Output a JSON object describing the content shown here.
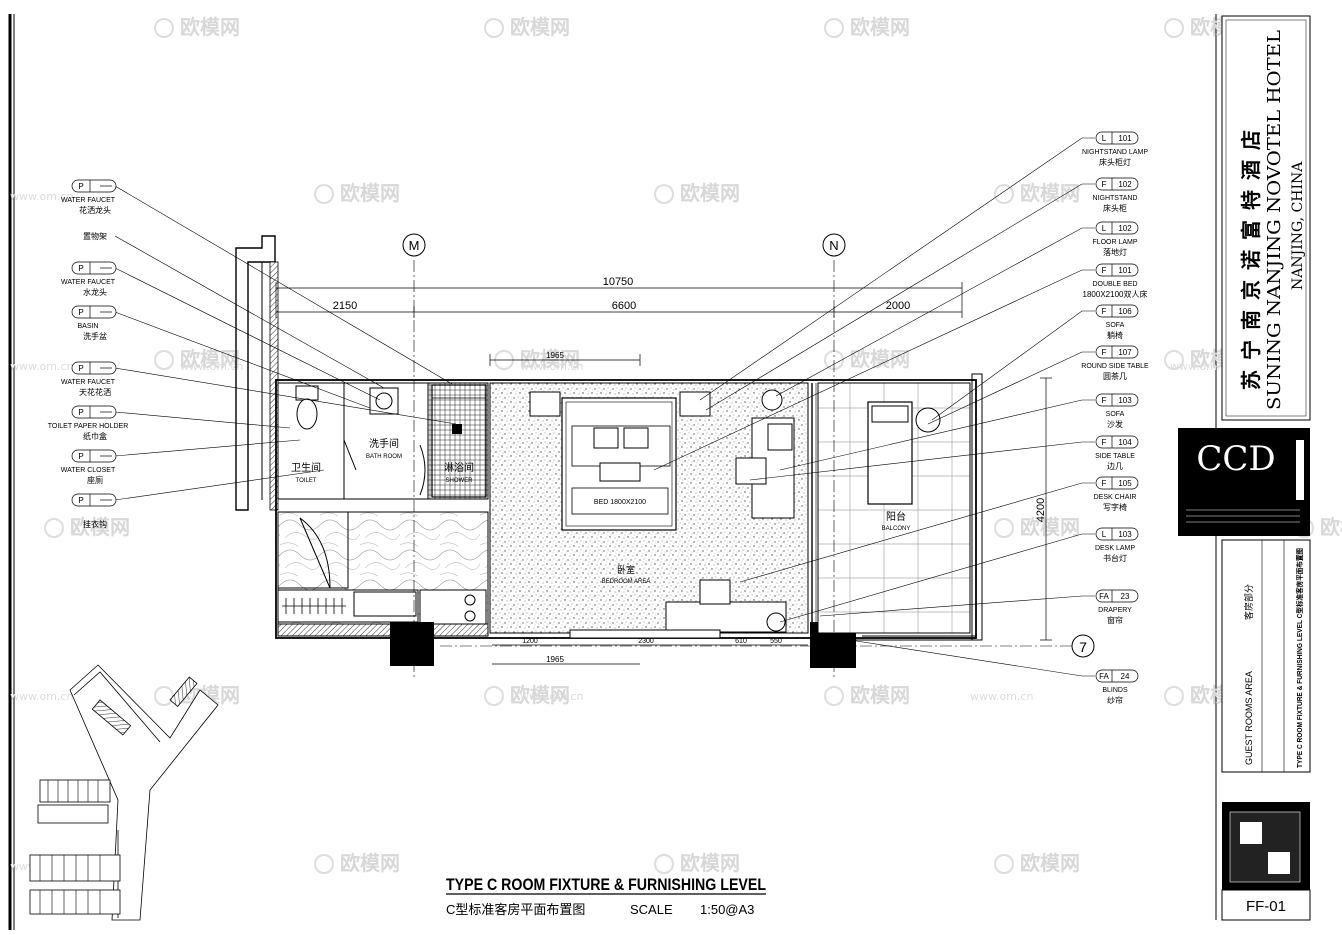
{
  "watermark": {
    "brand": "欧模网",
    "url": "www.om.cn"
  },
  "drawing": {
    "title": "TYPE C ROOM FIXTURE & FURNISHING LEVEL",
    "subtitle": "C型标准客房平面布置图",
    "scale_label": "SCALE",
    "scale_value": "1:50@A3"
  },
  "grid": {
    "m": "M",
    "n": "N",
    "row7": "7"
  },
  "dimensions": {
    "overall": "10750",
    "d1": "2150",
    "d2": "6600",
    "d3": "2000",
    "inner_top": "1965",
    "bot1": "1200",
    "bot2": "2300",
    "bot3": "610",
    "bot4": "550",
    "bot_inner": "1965",
    "depth": "4200"
  },
  "rooms": {
    "bath_cn": "洗手间",
    "bath_en": "BATH ROOM",
    "toilet_cn": "卫生间",
    "toilet_en": "TOILET",
    "shower_cn": "淋浴间",
    "shower_en": "SHOWER",
    "bedroom_cn": "卧室",
    "bedroom_en": "BEDROOM AREA",
    "balcony_cn": "阳台",
    "balcony_en": "BALCONY",
    "bed": "BED 1800X2100"
  },
  "left_tags": [
    {
      "code": "P",
      "en": "WATER FAUCET",
      "cn": "花洒龙头"
    },
    {
      "code": "",
      "en": "",
      "cn": "置物架"
    },
    {
      "code": "P",
      "en": "WATER FAUCET",
      "cn": "水龙头"
    },
    {
      "code": "P",
      "en": "BASIN",
      "cn": "洗手盆"
    },
    {
      "code": "P",
      "en": "WATER FAUCET",
      "cn": "天花花洒"
    },
    {
      "code": "P",
      "en": "TOILET PAPER HOLDER",
      "cn": "纸巾盒"
    },
    {
      "code": "P",
      "en": "WATER CLOSET",
      "cn": "座厕"
    },
    {
      "code": "P",
      "en": "",
      "cn": "挂衣钩"
    }
  ],
  "right_tags": [
    {
      "code": "L",
      "num": "101",
      "en": "NIGHTSTAND LAMP",
      "cn": "床头柜灯"
    },
    {
      "code": "F",
      "num": "102",
      "en": "NIGHTSTAND",
      "cn": "床头柜"
    },
    {
      "code": "L",
      "num": "102",
      "en": "FLOOR LAMP",
      "cn": "落地灯"
    },
    {
      "code": "F",
      "num": "101",
      "en": "DOUBLE BED",
      "cn": "1800X2100双人床"
    },
    {
      "code": "F",
      "num": "106",
      "en": "SOFA",
      "cn": "躺椅"
    },
    {
      "code": "F",
      "num": "107",
      "en": "ROUND SIDE TABLE",
      "cn": "圆茶几"
    },
    {
      "code": "F",
      "num": "103",
      "en": "SOFA",
      "cn": "沙发"
    },
    {
      "code": "F",
      "num": "104",
      "en": "SIDE TABLE",
      "cn": "边几"
    },
    {
      "code": "F",
      "num": "105",
      "en": "DESK CHAIR",
      "cn": "写字椅"
    },
    {
      "code": "L",
      "num": "103",
      "en": "DESK LAMP",
      "cn": "书台灯"
    },
    {
      "code": "FA",
      "num": "23",
      "en": "DRAPERY",
      "cn": "窗帘"
    },
    {
      "code": "FA",
      "num": "24",
      "en": "BLINDS",
      "cn": "纱帘"
    }
  ],
  "titleblock": {
    "hotel_cn": "苏宁南京诺富特酒店",
    "hotel_en": "SUNING NANJING NOVOTEL HOTEL",
    "city": "NANJING, CHINA",
    "firm": "CCD",
    "area_en": "GUEST ROOMS AREA",
    "area_cn": "客房部分",
    "sheet_title": "TYPE C ROOM FIXTURE & FURNISHING LEVEL  C型标准客房平面布置图",
    "sheet_no": "FF-01"
  }
}
